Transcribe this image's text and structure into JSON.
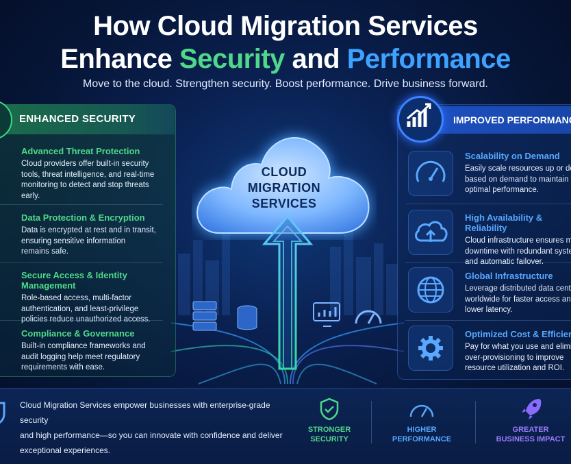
{
  "title": {
    "line1": "How Cloud Migration Services",
    "line2_prefix": "Enhance ",
    "line2_security": "Security",
    "line2_mid": " and ",
    "line2_performance": "Performance"
  },
  "subtitle": "Move to the cloud. Strengthen security. Boost performance. Drive business forward.",
  "security_panel": {
    "heading": "ENHANCED SECURITY",
    "items": [
      {
        "title": "Advanced Threat Protection",
        "lines": [
          "Cloud providers offer built-in security",
          "tools, threat intelligence, and real-time",
          "monitoring to detect and stop threats",
          "early."
        ]
      },
      {
        "title": "Data Protection & Encryption",
        "lines": [
          "Data is encrypted at rest and in transit,",
          "ensuring sensitive information",
          "remains safe."
        ]
      },
      {
        "title": "Secure Access & Identity Management",
        "lines": [
          "Role-based access, multi-factor",
          "authentication, and least-privilege",
          "policies reduce unauthorized access."
        ]
      },
      {
        "title": "Compliance & Governance",
        "lines": [
          "Built-in compliance frameworks and",
          "audit logging help meet regulatory",
          "requirements with ease."
        ]
      }
    ]
  },
  "cloud": {
    "line1": "CLOUD",
    "line2": "MIGRATION",
    "line3": "SERVICES"
  },
  "performance_panel": {
    "heading": "IMPROVED PERFORMANCE",
    "items": [
      {
        "title": "Scalability on Demand",
        "lines": [
          "Easily scale resources up or down",
          "based on demand to maintain",
          "optimal performance."
        ],
        "icon": "speedometer-icon"
      },
      {
        "title": "High Availability & Reliability",
        "lines": [
          "Cloud infrastructure ensures minimal",
          "downtime with redundant systems",
          "and automatic failover."
        ],
        "icon": "cloud-upload-icon"
      },
      {
        "title": "Global Infrastructure",
        "lines": [
          "Leverage distributed data centers",
          "worldwide for faster access and",
          "lower latency."
        ],
        "icon": "globe-icon"
      },
      {
        "title": "Optimized Cost & Efficiency",
        "lines": [
          "Pay for what you use and eliminate",
          "over-provisioning to improve",
          "resource utilization and ROI."
        ],
        "icon": "gear-icon"
      }
    ]
  },
  "bottom": {
    "lines": [
      "Cloud Migration Services empower businesses with enterprise-grade security",
      "and high performance—so you can innovate with confidence and deliver",
      "exceptional experiences."
    ],
    "stats": [
      {
        "line1": "STRONGER",
        "line2": "SECURITY",
        "color": "#4fd88a",
        "icon": "shield-check-icon"
      },
      {
        "line1": "HIGHER",
        "line2": "PERFORMANCE",
        "color": "#57a8ff",
        "icon": "speedometer-icon"
      },
      {
        "line1": "GREATER",
        "line2": "BUSINESS IMPACT",
        "color": "#9b7bff",
        "icon": "rocket-icon"
      }
    ]
  },
  "colors": {
    "security_accent": "#4fd88a",
    "performance_accent": "#57a8ff",
    "background": "#061536"
  }
}
